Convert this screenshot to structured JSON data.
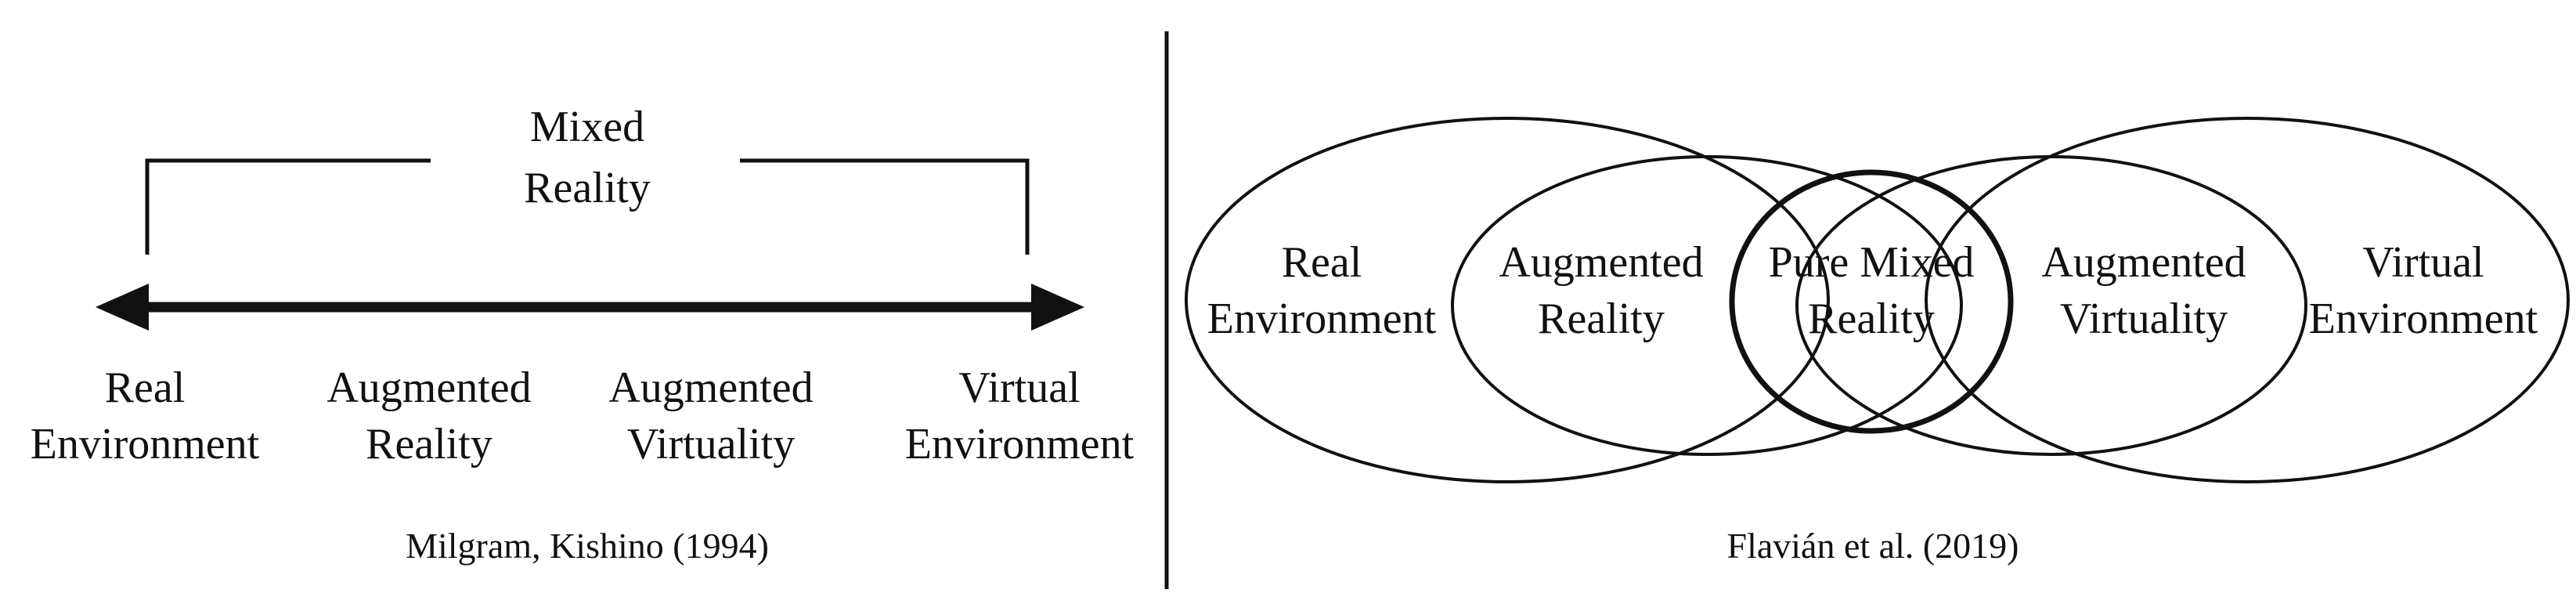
{
  "left_panel": {
    "bracket_label": [
      "Mixed",
      "Reality"
    ],
    "continuum": [
      [
        "Real",
        "Environment"
      ],
      [
        "Augmented",
        "Reality"
      ],
      [
        "Augmented",
        "Virtuality"
      ],
      [
        "Virtual",
        "Environment"
      ]
    ],
    "caption": "Milgram, Kishino (1994)"
  },
  "right_panel": {
    "regions": {
      "real_environment": [
        "Real",
        "Environment"
      ],
      "augmented_reality": [
        "Augmented",
        "Reality"
      ],
      "pure_mixed_reality": [
        "Pure Mixed",
        "Reality"
      ],
      "augmented_virtuality": [
        "Augmented",
        "Virtuality"
      ],
      "virtual_environment": [
        "Virtual",
        "Environment"
      ]
    },
    "caption": "Flavián et al. (2019)"
  },
  "colors": {
    "ink": "#111111",
    "background": "#ffffff"
  }
}
